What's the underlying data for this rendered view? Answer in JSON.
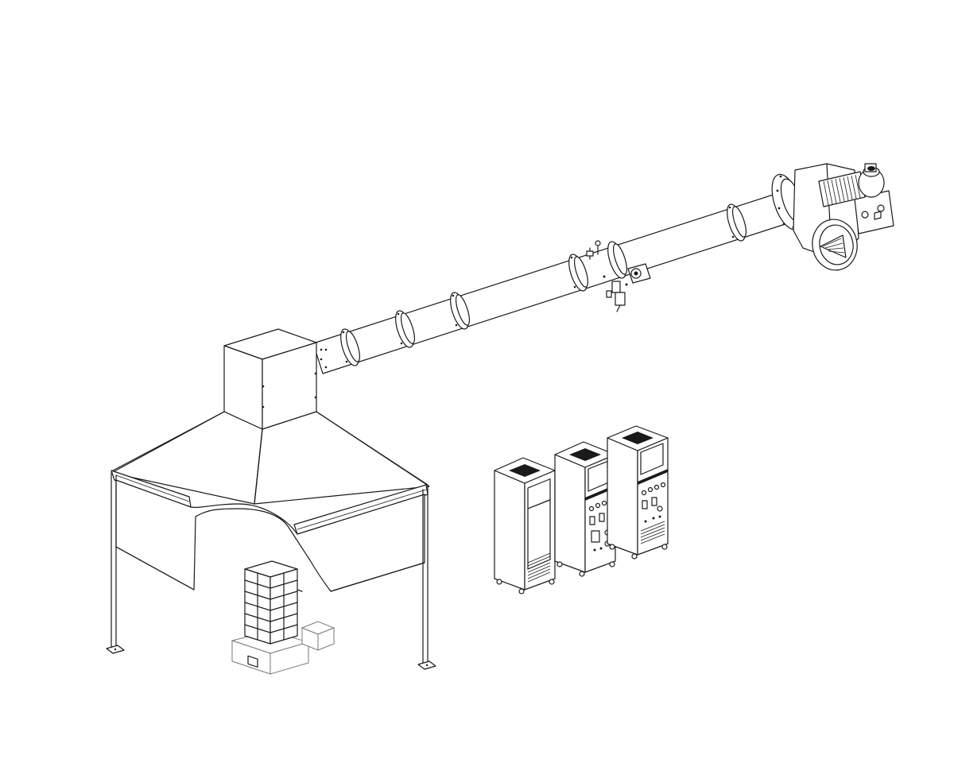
{
  "scene": {
    "stroke_color": "#1a1a1a",
    "secondary_stroke_color": "#7a7a7a",
    "background_color": "#ffffff",
    "components": [
      {
        "id": "hood",
        "icon": "exhaust-hood"
      },
      {
        "id": "plenum",
        "icon": "plenum-box"
      },
      {
        "id": "duct",
        "icon": "exhaust-duct",
        "flanged_joints": 7
      },
      {
        "id": "sampling-section",
        "icon": "instrument-probe"
      },
      {
        "id": "fan",
        "icon": "centrifugal-fan"
      },
      {
        "id": "analyzer-cabinets",
        "icon": "analyzer-cabinet",
        "count": 3
      },
      {
        "id": "test-sample",
        "icon": "storage-rack"
      },
      {
        "id": "burner-box",
        "icon": "small-box"
      }
    ]
  }
}
